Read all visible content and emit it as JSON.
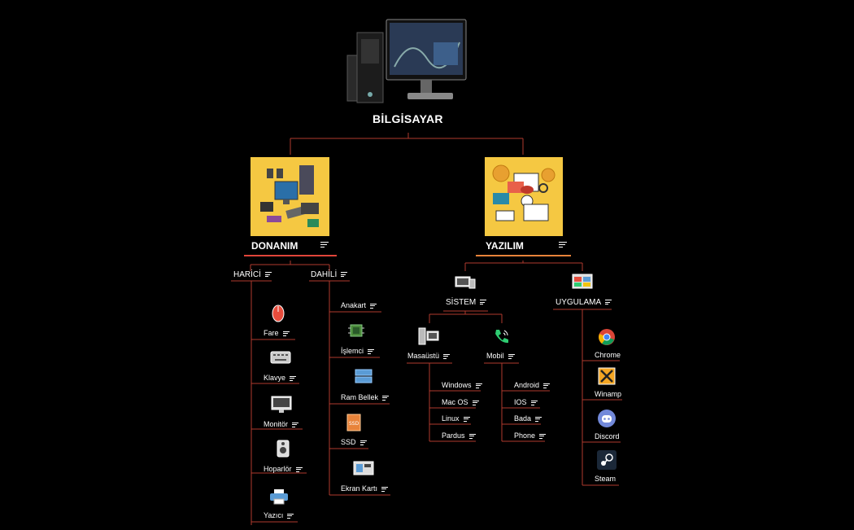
{
  "root": {
    "label": "BİLGİSAYAR"
  },
  "hardware": {
    "label": "DONANIM",
    "external": {
      "label": "HARİCİ",
      "items": [
        "Fare",
        "Klavye",
        "Monitör",
        "Hoparlör",
        "Yazıcı"
      ]
    },
    "internal": {
      "label": "DAHİLİ",
      "items": [
        "Anakart",
        "İşlemci",
        "Ram Bellek",
        "SSD",
        "Ekran Kartı"
      ]
    }
  },
  "software": {
    "label": "YAZILIM",
    "system": {
      "label": "SİSTEM",
      "desktop": {
        "label": "Masaüstü",
        "items": [
          "Windows",
          "Mac OS",
          "Linux",
          "Pardus"
        ]
      },
      "mobile": {
        "label": "Mobil",
        "items": [
          "Android",
          "IOS",
          "Bada",
          "Phone"
        ]
      }
    },
    "apps": {
      "label": "UYGULAMA",
      "items": [
        "Chrome",
        "Winamp",
        "Discord",
        "Steam"
      ]
    }
  },
  "colors": {
    "line": "#b03a2e",
    "hardware_accent": "#e0453a",
    "software_accent": "#e8833a",
    "tile": "#f5c842"
  },
  "icons": {
    "root": "desktop-computer-image",
    "hardware": "hardware-illustration",
    "software": "software-illustration",
    "fare": "mouse-icon",
    "klavye": "keyboard-icon",
    "monitor": "monitor-icon",
    "hoparlor": "speaker-icon",
    "yazici": "printer-icon",
    "islemci": "cpu-icon",
    "ram": "ram-icon",
    "ssd": "ssd-icon",
    "ekran": "graphics-card-icon",
    "sistem": "devices-icon",
    "uygulama": "app-window-icon",
    "masaustu": "desktop-pc-icon",
    "mobil": "phone-icon",
    "chrome": "chrome-icon",
    "winamp": "winamp-icon",
    "discord": "discord-icon",
    "steam": "steam-icon"
  }
}
